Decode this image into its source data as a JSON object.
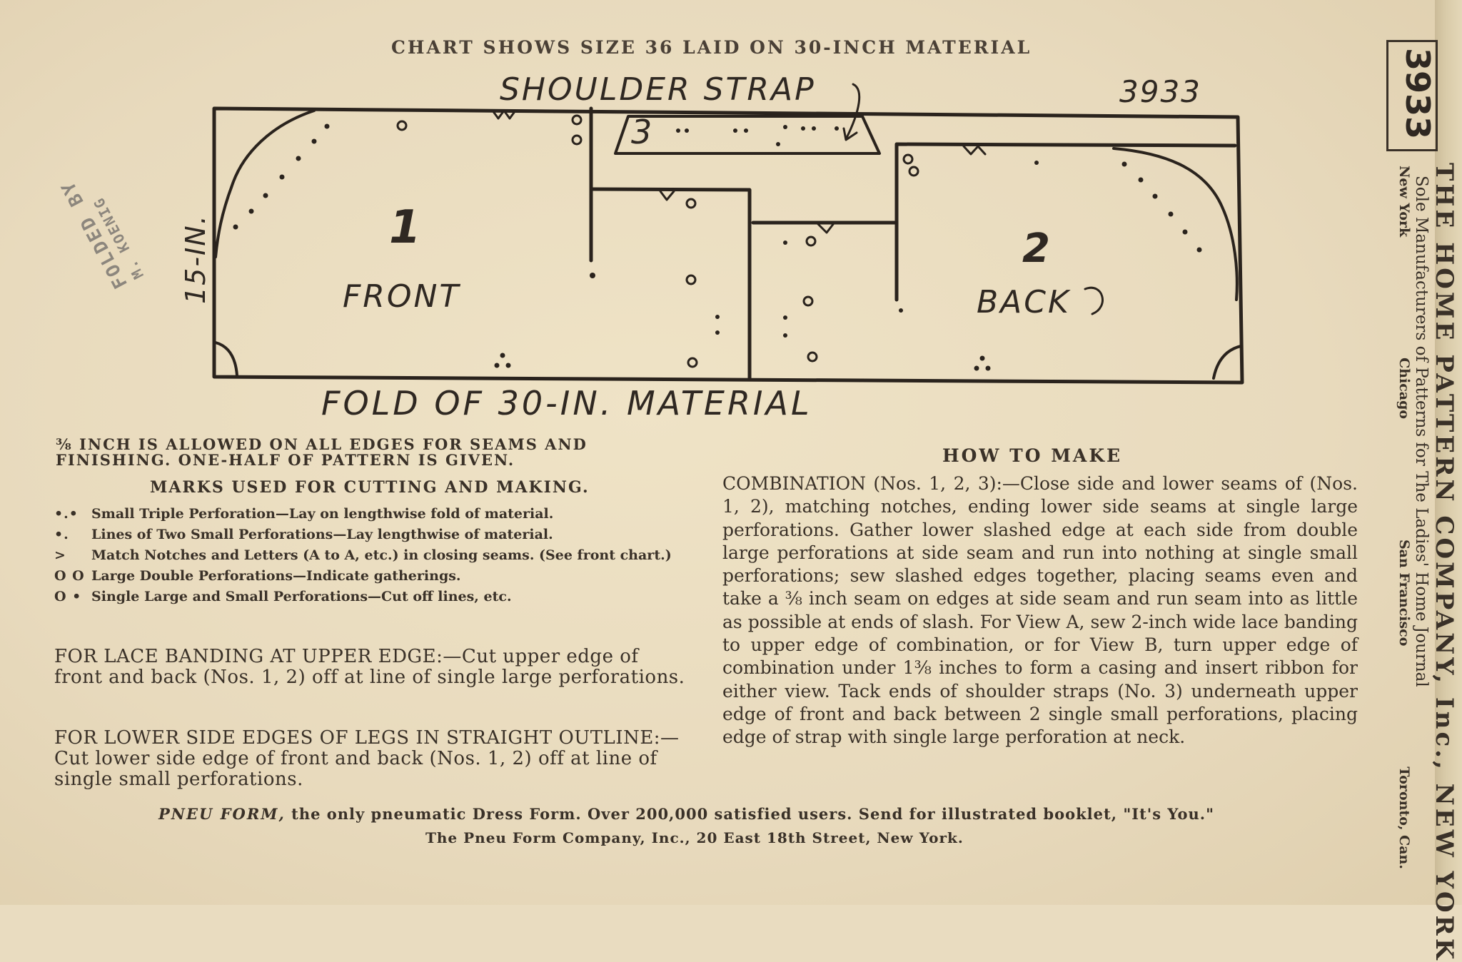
{
  "chart": {
    "caption": "CHART SHOWS SIZE 36 LAID ON 30-INCH MATERIAL",
    "strap_label": "SHOULDER STRAP",
    "pattern_number": "3933",
    "width_label": "15-IN.",
    "fold_label": "FOLD OF 30-IN. MATERIAL",
    "piece1_number": "1",
    "piece1_name": "FRONT",
    "piece2_number": "2",
    "piece2_name": "BACK",
    "piece3_number": "3"
  },
  "stamp": {
    "line1": "FOLDED BY",
    "line2": "M. KOENIG"
  },
  "seam_note": "⅜ INCH IS ALLOWED ON ALL EDGES FOR SEAMS AND FINISHING. ONE-HALF OF PATTERN IS GIVEN.",
  "marks": {
    "title": "MARKS USED FOR CUTTING AND MAKING.",
    "items": [
      {
        "symbol": "•.•",
        "text": "Small Triple Perforation—Lay on lengthwise fold of material."
      },
      {
        "symbol": "•.",
        "text": "Lines of Two Small Perforations—Lay lengthwise of material."
      },
      {
        "symbol": ">",
        "text": "Match Notches and Letters (A to A, etc.) in closing seams. (See front chart.)"
      },
      {
        "symbol": "O O",
        "text": "Large Double Perforations—Indicate gatherings."
      },
      {
        "symbol": "O •",
        "text": "Single Large and Small Perforations—Cut off lines, etc."
      }
    ]
  },
  "lace": "FOR LACE BANDING AT UPPER EDGE:—Cut upper edge of front and back (Nos. 1, 2) off at line of single large perforations.",
  "lower_edges": "FOR LOWER SIDE EDGES OF LEGS IN STRAIGHT OUTLINE:—Cut lower side edge of front and back (Nos. 1, 2) off at line of single small perforations.",
  "howto": {
    "title": "HOW TO MAKE",
    "body": "COMBINATION (Nos. 1, 2, 3):—Close side and lower seams of (Nos. 1, 2), matching notches, ending lower side seams at single large perforations. Gather lower slashed edge at each side from double large perforations at side seam and run into nothing at single small perforations; sew slashed edges together, placing seams even and take a ⅜ inch seam on edges at side seam and run seam into as little as possible at ends of slash. For View A, sew 2-inch wide lace banding to upper edge of combination, or for View B, turn upper edge of combination under 1⅜ inches to form a casing and insert ribbon for either view. Tack ends of shoulder straps (No. 3) underneath upper edge of front and back between 2 single small perforations, placing edge of strap with single large perforation at neck."
  },
  "footer": {
    "brand": "PNEU FORM,",
    "line1": "the only pneumatic Dress Form. Over 200,000 satisfied users. Send for illustrated booklet, \"It's You.\"",
    "line2": "The Pneu Form Company, Inc., 20 East 18th Street, New York."
  },
  "company": {
    "box_number": "3933",
    "name": "THE HOME PATTERN COMPANY, Inc., NEW YORK",
    "tagline": "Sole Manufacturers of Patterns for The Ladies' Home Journal",
    "cities": [
      "New York",
      "Chicago",
      "San Francisco",
      "Toronto, Can."
    ]
  }
}
